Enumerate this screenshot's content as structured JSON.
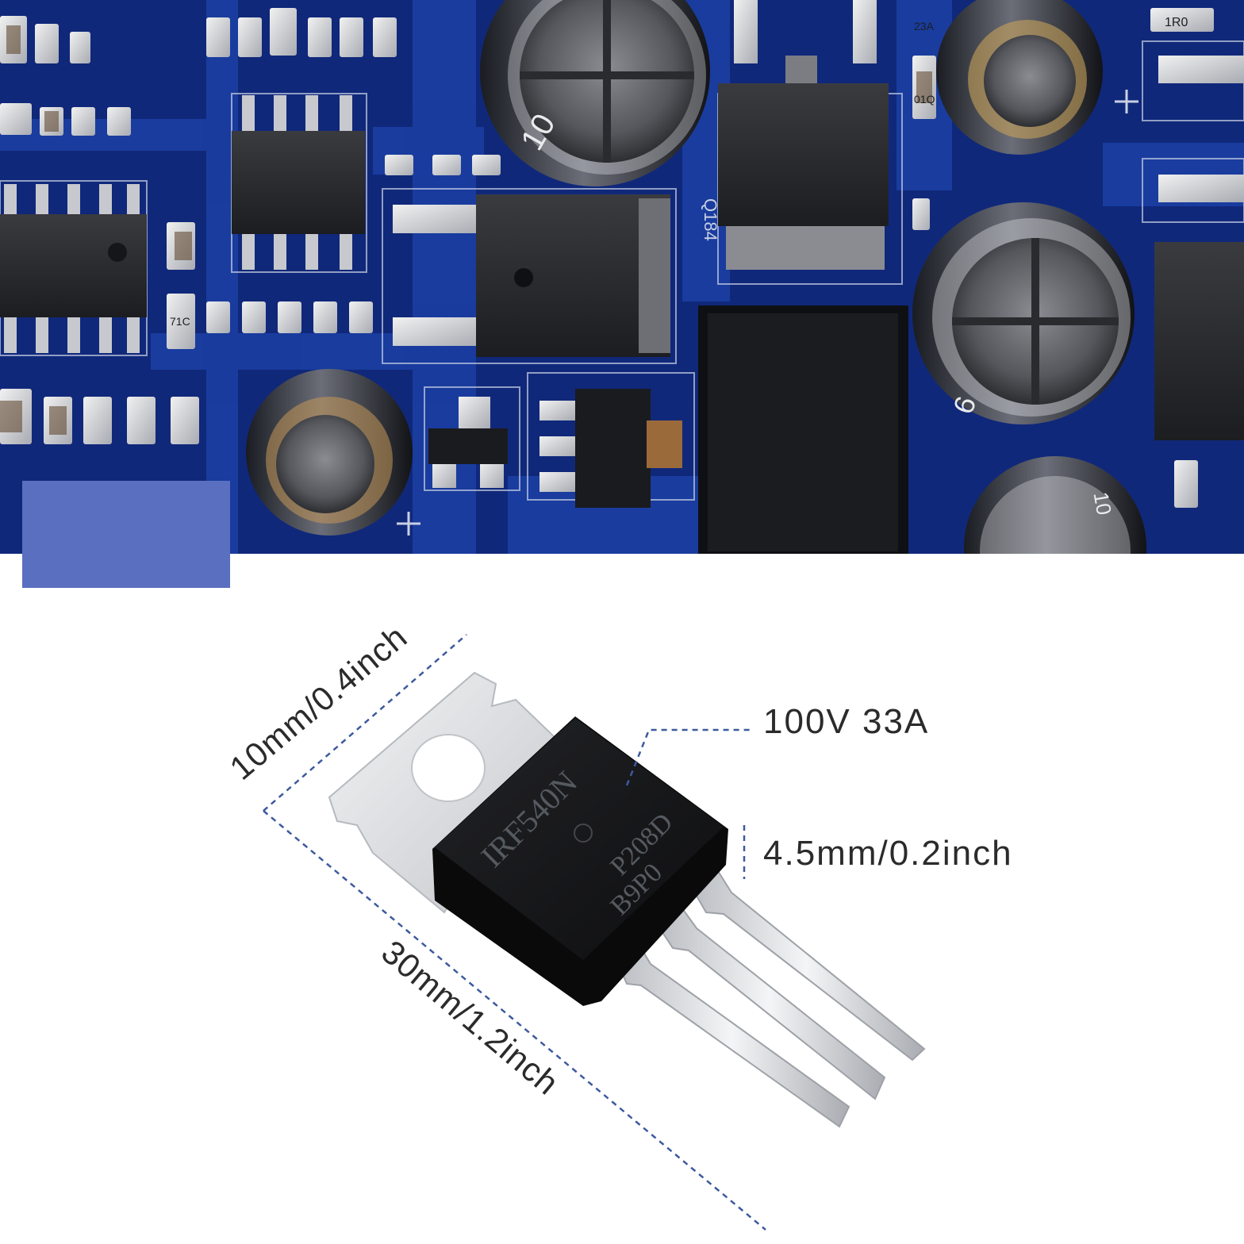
{
  "colors": {
    "pcb_board": "#10287a",
    "pcb_trace": "#1b3fa5",
    "silkscreen": "#d7dce8",
    "accent_block": "#5a6fc0",
    "dimension_line": "#3d5a9e",
    "mosfet_body": "#17181a",
    "mosfet_tab": "#e6e7e9",
    "lead_metal": "#d9dbde"
  },
  "pcb_markings": {
    "resistor_top": "1R0",
    "resistor_a": "23A",
    "resistor_b": "01Q",
    "chip": "71C",
    "ref_designator": "Q184",
    "cap_value_1": "10",
    "cap_value_2": "6",
    "cap_value_3": "10"
  },
  "product": {
    "part_number": "IRF540N",
    "lot_code_1": "P208D",
    "lot_code_2": "B9P0"
  },
  "dimensions": {
    "width_label": "10mm/0.4inch",
    "rating_label": "100V 33A",
    "thickness_label": "4.5mm/0.2inch",
    "length_label": "30mm/1.2inch"
  }
}
